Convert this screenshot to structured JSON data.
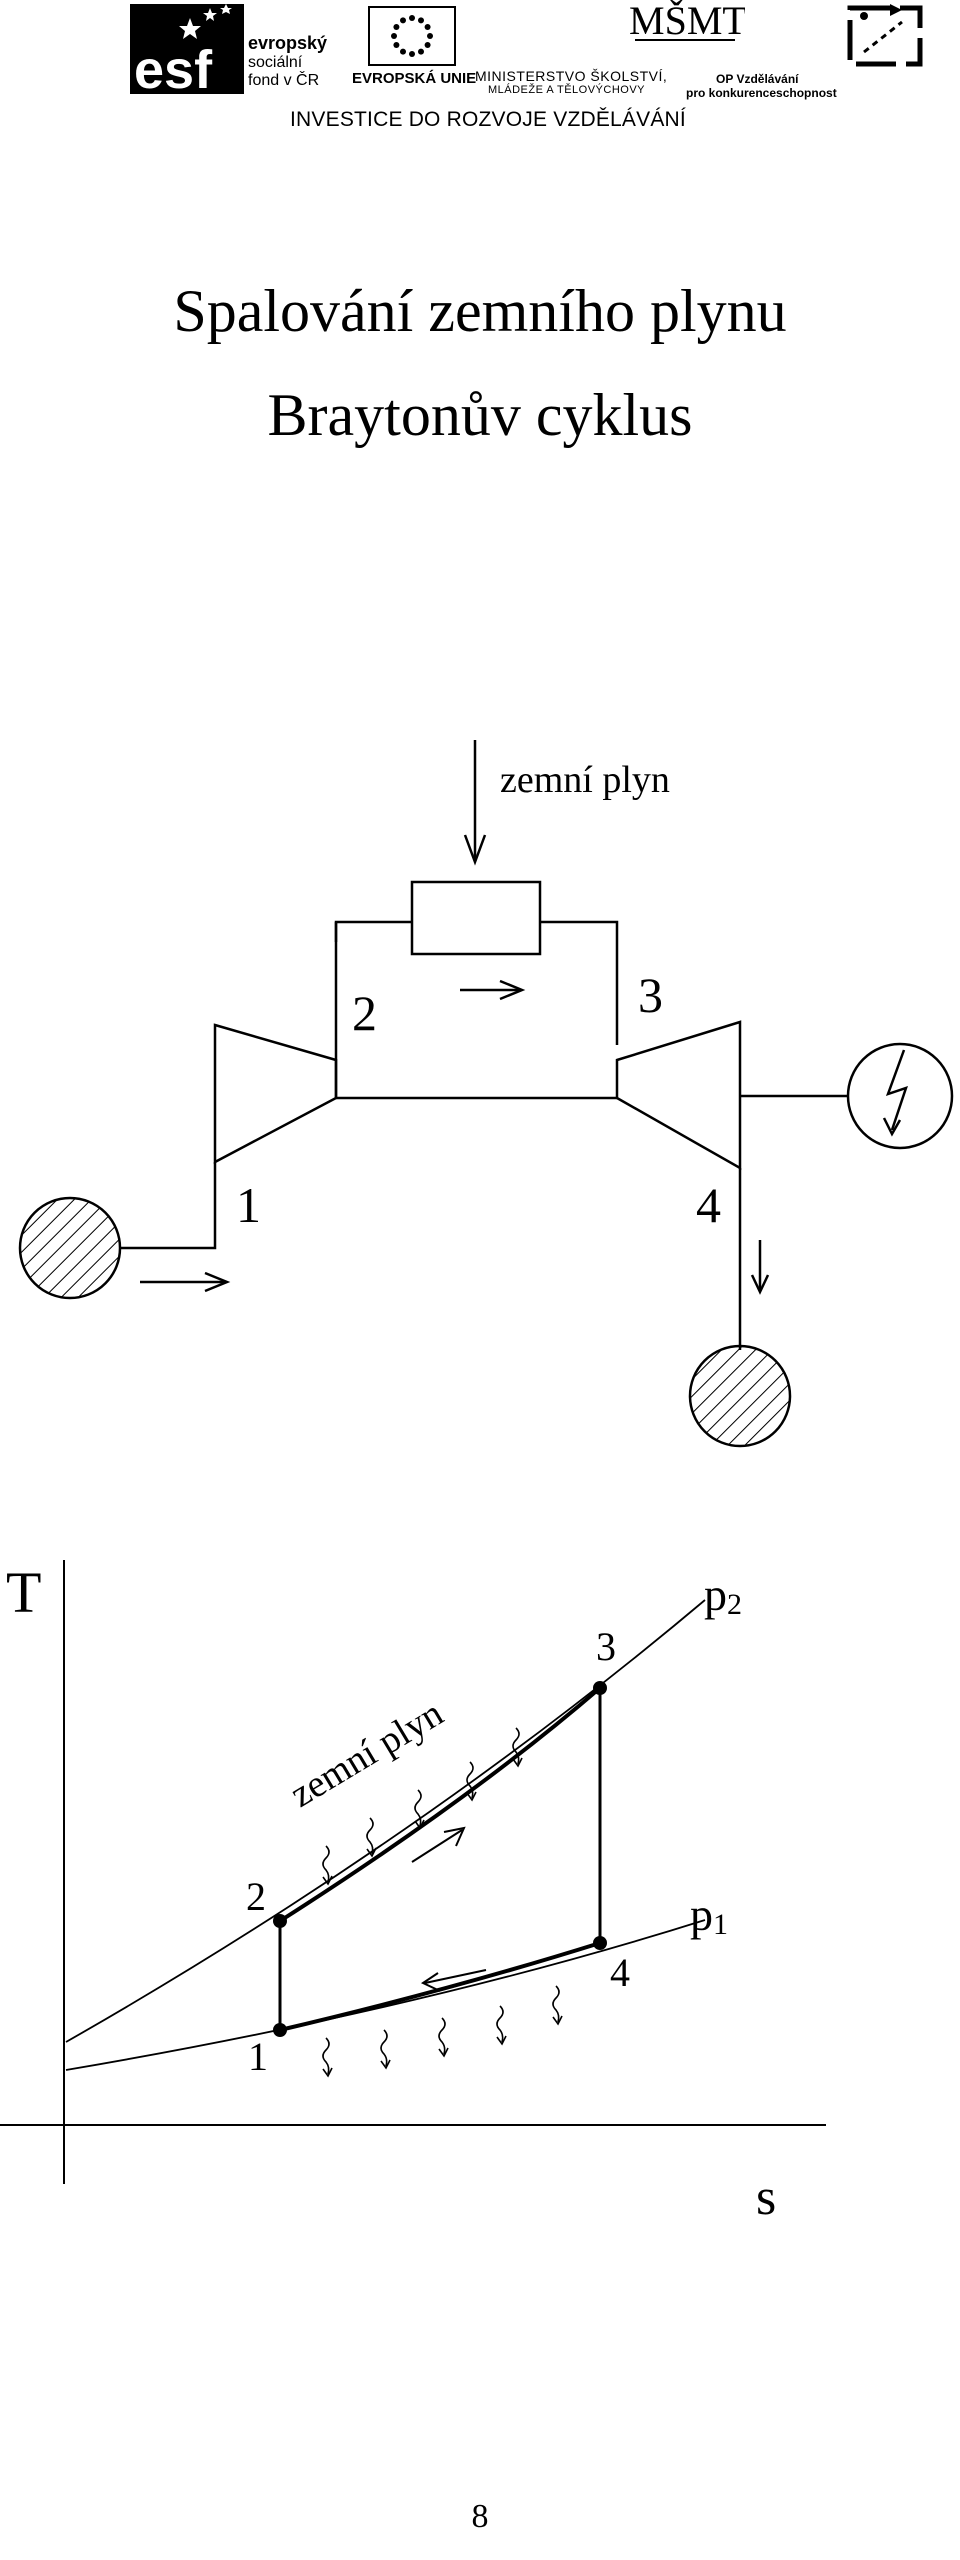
{
  "header": {
    "esf_logo_letters": "esf",
    "esf_caption_line1": "evropský",
    "esf_caption_line2": "sociální",
    "esf_caption_line3": "fond v ČR",
    "eu_caption": "EVROPSKÁ UNIE",
    "msmt_logo_letters": "MŠMT",
    "msmt_caption_line1": "MINISTERSTVO ŠKOLSTVÍ,",
    "msmt_caption_line2": "MLÁDEŽE A TĚLOVÝCHOVY",
    "op_caption_line1": "OP Vzdělávání",
    "op_caption_line2": "pro konkurenceschopnost",
    "tagline": "INVESTICE DO ROZVOJE VZDĚLÁVÁNÍ"
  },
  "title": {
    "line1": "Spalování zemního plynu",
    "line2": "Braytonův cyklus"
  },
  "scheme": {
    "fuel_label": "zemní plyn",
    "point1": "1",
    "point2": "2",
    "point3": "3",
    "point4": "4"
  },
  "ts_diagram": {
    "y_axis": "T",
    "x_axis": "s",
    "isobar_high": "p",
    "isobar_high_sub": "2",
    "isobar_low": "p",
    "isobar_low_sub": "1",
    "fuel_label": "zemní plyn",
    "point1": "1",
    "point2": "2",
    "point3": "3",
    "point4": "4"
  },
  "page_number": "8"
}
